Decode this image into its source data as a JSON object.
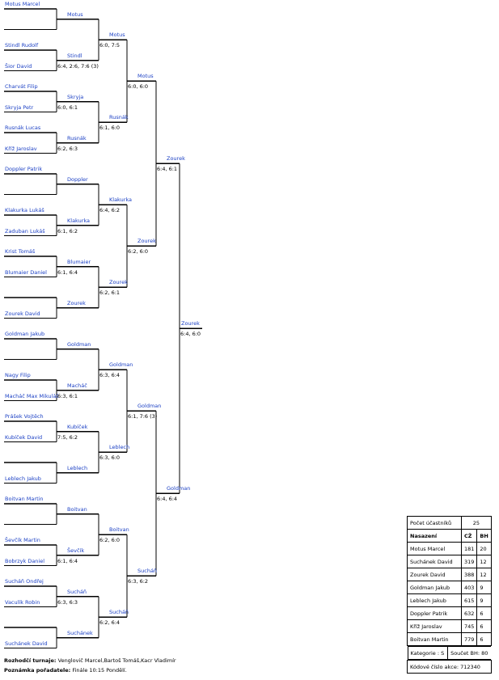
{
  "players": [
    "Motus Marcel",
    "",
    "Stindl Rudolf",
    "Šior David",
    "Charvát Filip",
    "Skryja Petr",
    "Rusnák Lucas",
    "Kříž Jaroslav",
    "Doppler Patrik",
    "",
    "Klakurka Lukáš",
    "Zaduban Lukáš",
    "Krist Tomáš",
    "Blumaier Daniel",
    "",
    "Zourek David",
    "Goldman Jakub",
    "",
    "Nagy Filip",
    "Macháč Max Mikuláš",
    "Prášek Vojtěch",
    "Kubíček David",
    "",
    "Leblech Jakub",
    "Boitvan Martin",
    "",
    "Ševčík Martin",
    "Bobrzyk Daniel",
    "Sucháň Ondřej",
    "Vaculík Robin",
    "",
    "Suchánek David"
  ],
  "round1": [
    {
      "winner": "Motus",
      "score": ""
    },
    {
      "winner": "Stindl",
      "score": "6:4, 2:6, 7:6 (3)"
    },
    {
      "winner": "Skryja",
      "score": "6:0, 6:1"
    },
    {
      "winner": "Rusnák",
      "score": "6:2, 6:3"
    },
    {
      "winner": "Doppler",
      "score": ""
    },
    {
      "winner": "Klakurka",
      "score": "6:1, 6:2"
    },
    {
      "winner": "Blumaier",
      "score": "6:1, 6:4"
    },
    {
      "winner": "Zourek",
      "score": ""
    },
    {
      "winner": "Goldman",
      "score": ""
    },
    {
      "winner": "Macháč",
      "score": "6:3, 6:1"
    },
    {
      "winner": "Kubíček",
      "score": "7:5, 6:2"
    },
    {
      "winner": "Leblech",
      "score": ""
    },
    {
      "winner": "Boitvan",
      "score": ""
    },
    {
      "winner": "Ševčík",
      "score": "6:1, 6:4"
    },
    {
      "winner": "Sucháň",
      "score": "6:3, 6:3"
    },
    {
      "winner": "Suchánek",
      "score": ""
    }
  ],
  "round2": [
    {
      "winner": "Motus",
      "score": "6:0, 7:5"
    },
    {
      "winner": "Rusnák",
      "score": "6:1, 6:0"
    },
    {
      "winner": "Klakurka",
      "score": "6:4, 6:2"
    },
    {
      "winner": "Zourek",
      "score": "6:2, 6:1"
    },
    {
      "winner": "Goldman",
      "score": "6:3, 6:4"
    },
    {
      "winner": "Leblech",
      "score": "6:3, 6:0"
    },
    {
      "winner": "Boitvan",
      "score": "6:2, 6:0"
    },
    {
      "winner": "Sucháň",
      "score": "6:2, 6:4"
    }
  ],
  "round3": [
    {
      "winner": "Motus",
      "score": "6:0, 6:0"
    },
    {
      "winner": "Zourek",
      "score": "6:2, 6:0"
    },
    {
      "winner": "Goldman",
      "score": "6:1, 7:6 (3)"
    },
    {
      "winner": "Sucháň",
      "score": "6:3, 6:2"
    }
  ],
  "round4": [
    {
      "winner": "Zourek",
      "score": "6:4, 6:1"
    },
    {
      "winner": "Goldman",
      "score": "6:4, 6:4"
    }
  ],
  "final": {
    "winner": "Zourek",
    "score": "6:4, 6:0"
  },
  "footer": {
    "referees_label": "Rozhodčí turnaje:",
    "referees": "Venglovič Marcel,Bartoš Tomáš,Kacr Vladimír",
    "note_label": "Poznámka pořadatele:",
    "note": "Finále 10:15 Pondělí."
  },
  "stats": {
    "participants_label": "Počet účastníků",
    "participants": "25",
    "col_seed": "Nasazení",
    "col_cz": "CŽ",
    "col_bh": "BH",
    "seeds": [
      {
        "name": "Motus Marcel",
        "cz": "181",
        "bh": "20"
      },
      {
        "name": "Suchánek David",
        "cz": "319",
        "bh": "12"
      },
      {
        "name": "Zourek David",
        "cz": "388",
        "bh": "12"
      },
      {
        "name": "Goldman Jakub",
        "cz": "403",
        "bh": "9"
      },
      {
        "name": "Leblech Jakub",
        "cz": "615",
        "bh": "9"
      },
      {
        "name": "Doppler Patrik",
        "cz": "632",
        "bh": "6"
      },
      {
        "name": "Kříž Jaroslav",
        "cz": "745",
        "bh": "6"
      },
      {
        "name": "Boitvan Martin",
        "cz": "779",
        "bh": "6"
      }
    ],
    "category": "Kategorie : S",
    "bh_sum": "Součet BH: 80",
    "code": "Kódové číslo akce: 712340"
  }
}
